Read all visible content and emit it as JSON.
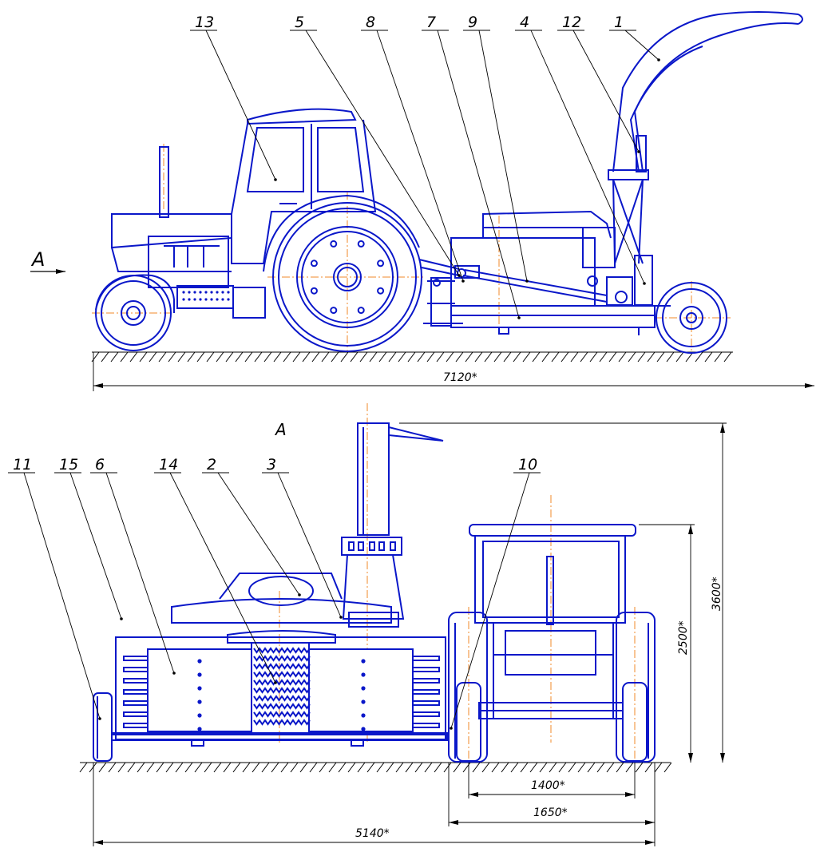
{
  "view_label": "A",
  "side_view_callouts": [
    "13",
    "5",
    "8",
    "7",
    "9",
    "4",
    "12",
    "1"
  ],
  "front_view_callouts": [
    "11",
    "15",
    "6",
    "14",
    "2",
    "3",
    "10"
  ],
  "dimensions": {
    "total_length": "7120*",
    "front_width": "5140*",
    "track_inner": "1400*",
    "track_outer": "1650*",
    "cab_height": "2500*",
    "total_height": "3600*"
  },
  "colors": {
    "outline": "#0a17c9",
    "centerline": "#f08a2a",
    "dimension": "#000000"
  }
}
